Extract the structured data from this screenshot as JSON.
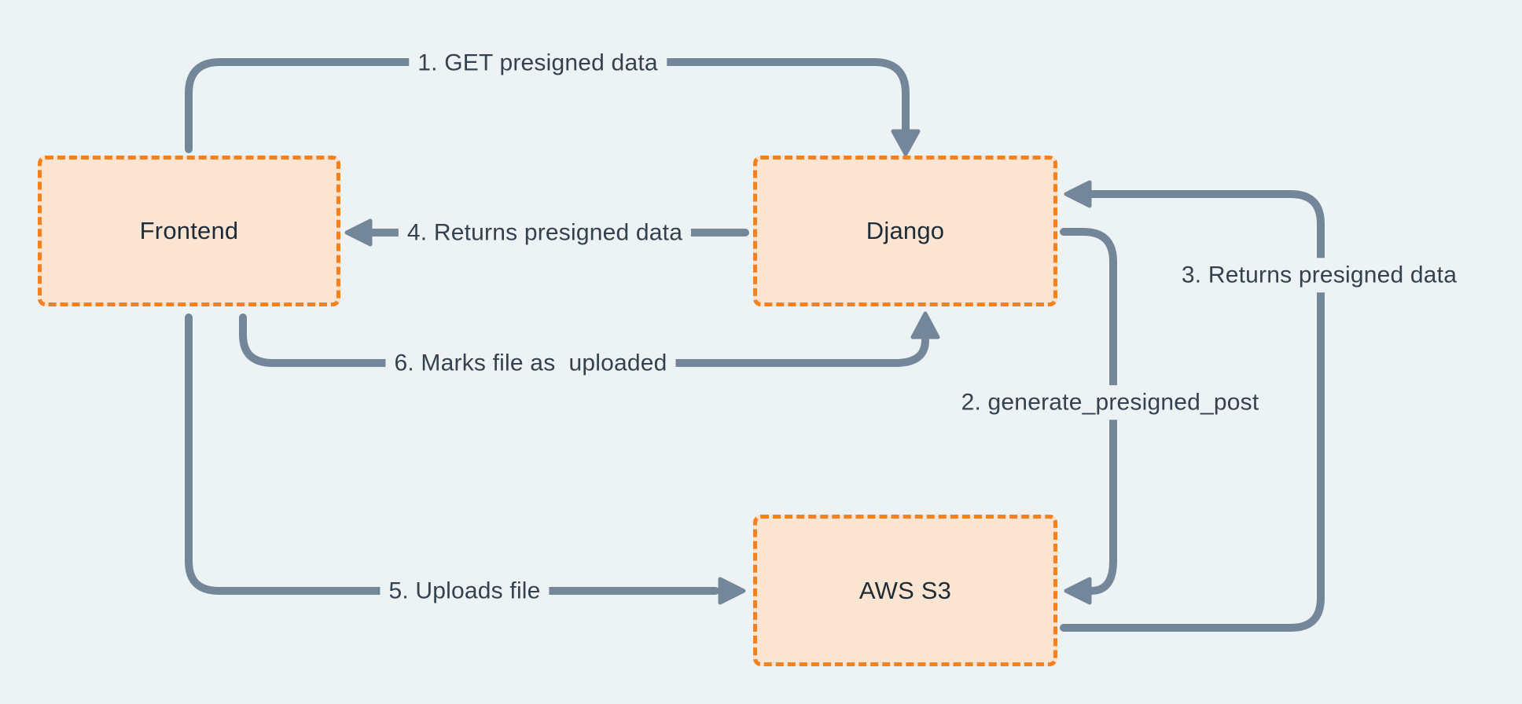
{
  "theme": {
    "background": "#EDF2F5",
    "node_fill": "#FCE4D3",
    "node_border": "#F5811E",
    "connector": "#74879A",
    "edge_label_text": "#33424E",
    "node_label_text": "#1E2C37"
  },
  "diagram": {
    "nodes": [
      {
        "id": "frontend",
        "label": "Frontend"
      },
      {
        "id": "django",
        "label": "Django"
      },
      {
        "id": "aws-s3",
        "label": "AWS S3"
      }
    ],
    "edges": [
      {
        "id": "edge-1",
        "label": "1. GET presigned data",
        "from": "frontend",
        "to": "django"
      },
      {
        "id": "edge-2",
        "label": "2. generate_presigned_post",
        "from": "django",
        "to": "aws-s3"
      },
      {
        "id": "edge-3",
        "label": "3. Returns presigned data",
        "from": "aws-s3",
        "to": "django"
      },
      {
        "id": "edge-4",
        "label": "4. Returns presigned data",
        "from": "django",
        "to": "frontend"
      },
      {
        "id": "edge-5",
        "label": "5. Uploads file",
        "from": "frontend",
        "to": "aws-s3"
      },
      {
        "id": "edge-6",
        "label": "6. Marks file as  uploaded",
        "from": "frontend",
        "to": "django"
      }
    ]
  }
}
